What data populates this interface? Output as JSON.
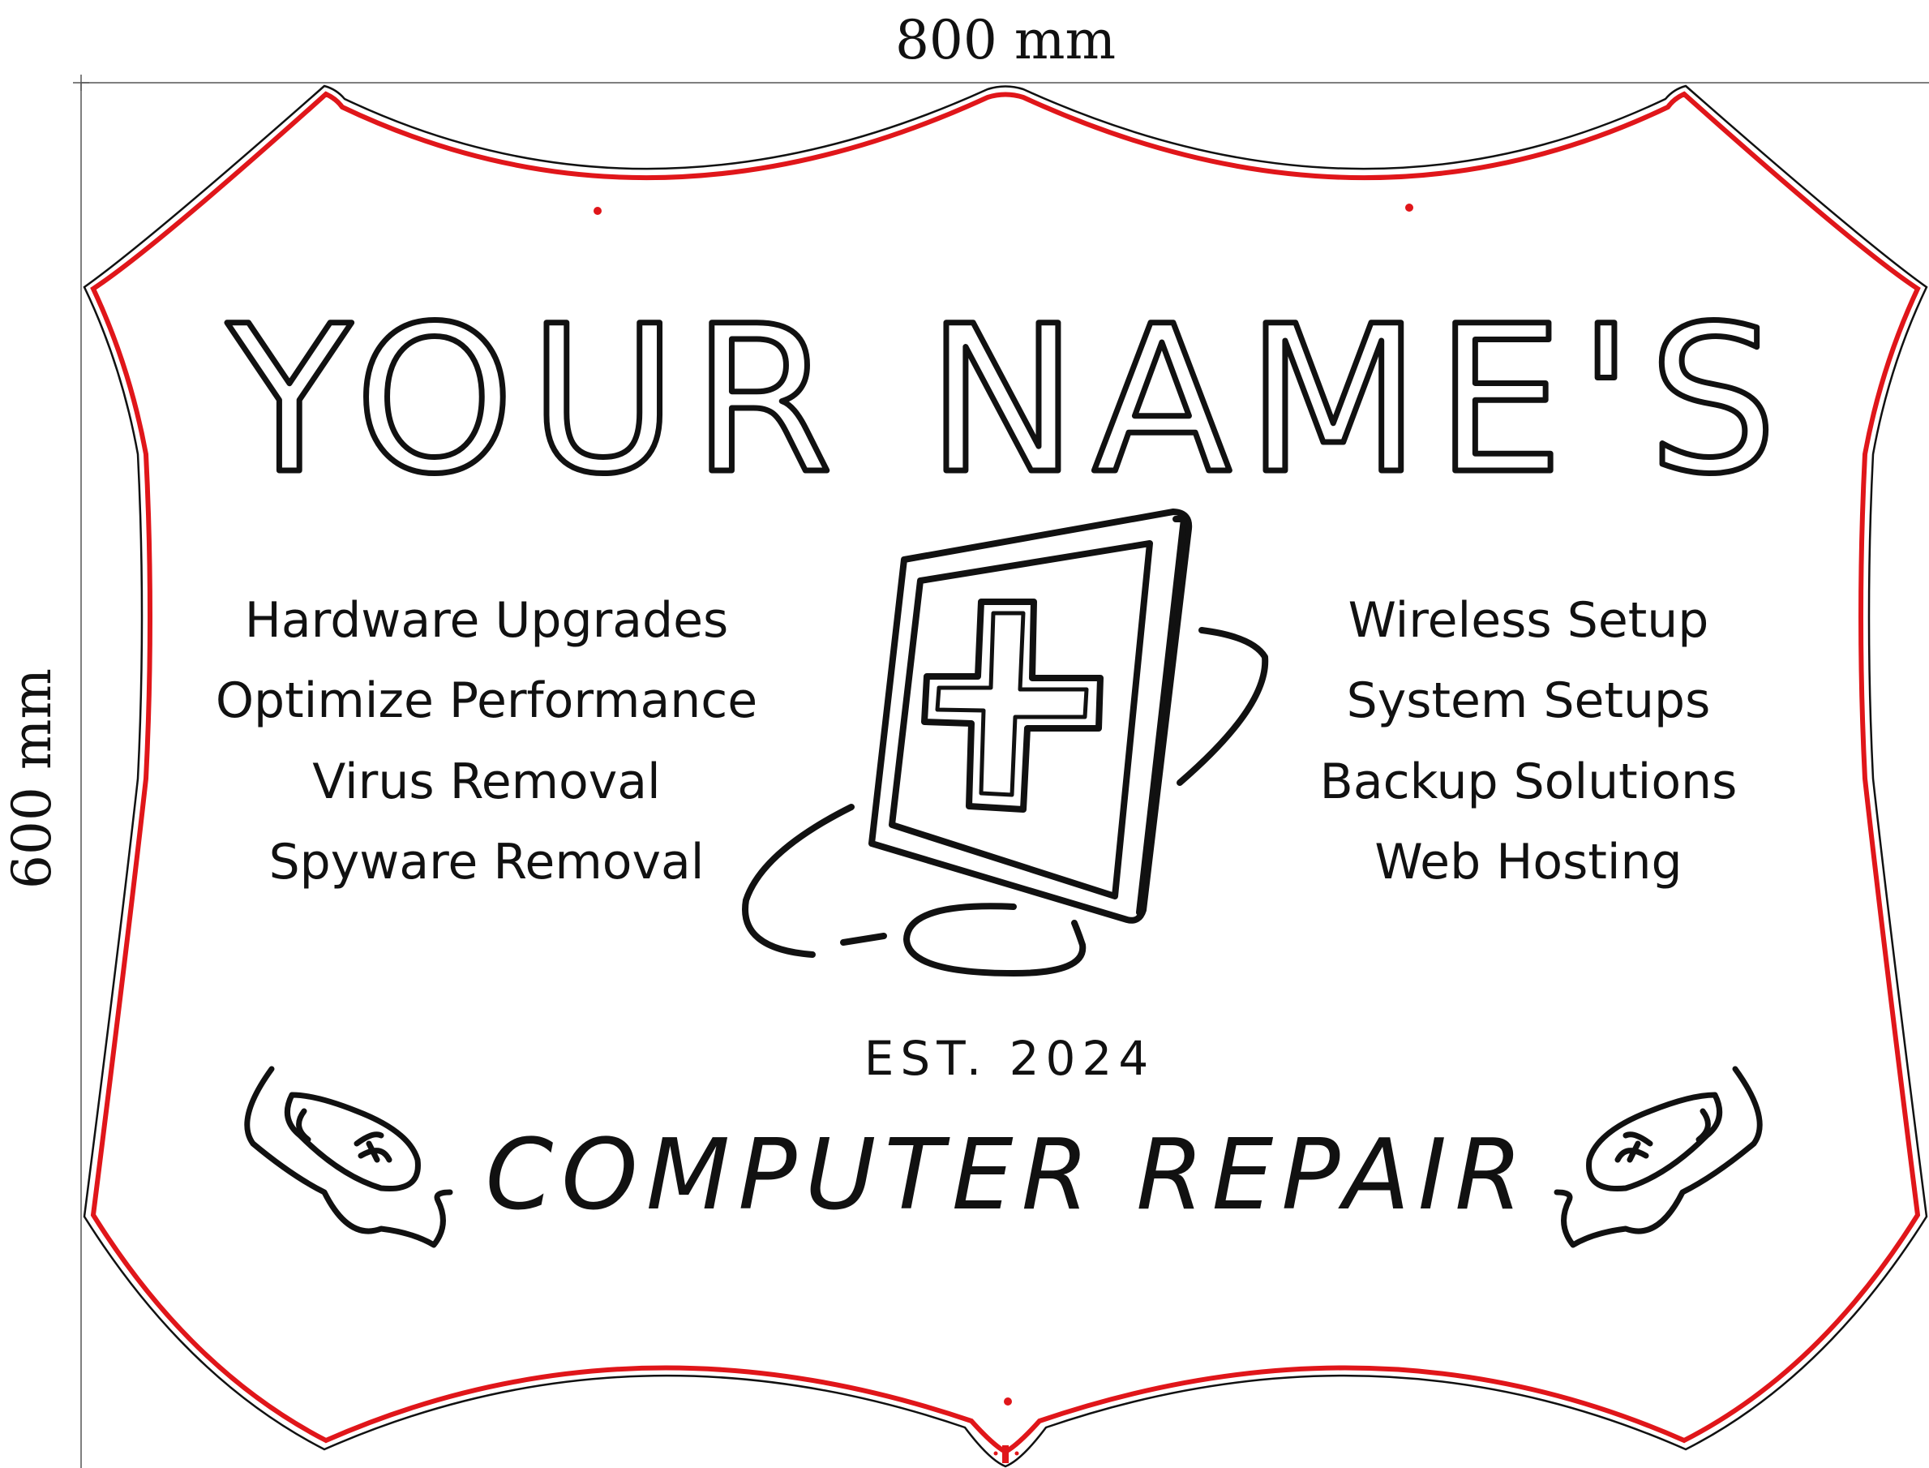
{
  "dimensions": {
    "width_label": "800 mm",
    "height_label": "600 mm"
  },
  "sign": {
    "headline": "YOUR NAME'S",
    "services_left": [
      "Hardware Upgrades",
      "Optimize Performance",
      "Virus Removal",
      "Spyware Removal"
    ],
    "services_right": [
      "Wireless Setup",
      "System Setups",
      "Backup Solutions",
      "Web Hosting"
    ],
    "established": "EST. 2024",
    "tagline": "COMPUTER REPAIR"
  },
  "colors": {
    "outline": "#e0161a",
    "ink": "#111111",
    "background": "#ffffff"
  },
  "icons": {
    "center": "computer-monitor-with-cross-icon",
    "left": "computer-mouse-icon",
    "right": "computer-mouse-icon"
  }
}
